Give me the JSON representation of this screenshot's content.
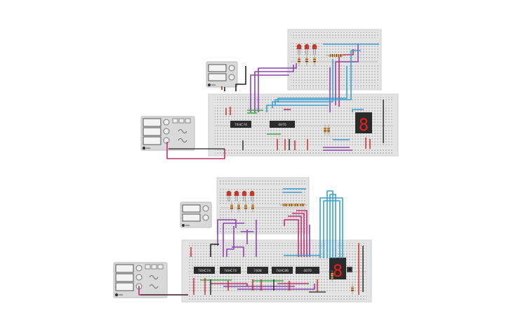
{
  "circuits": [
    {
      "function_generator": {
        "icons": [
          "sine-wave-icon",
          "sine-wave-icon"
        ]
      },
      "chips": [
        "74HC74",
        "4070"
      ],
      "leds": [
        {
          "color": "#c0392b"
        },
        {
          "color": "#c0392b"
        },
        {
          "color": "#c0392b"
        }
      ],
      "seven_segment": {
        "digit": "8",
        "color": "#e02020"
      }
    },
    {
      "function_generator": {
        "icons": [
          "sine-wave-icon",
          "sine-wave-icon",
          "sine-wave-icon"
        ]
      },
      "chips": [
        "74HC74",
        "74HC74",
        "7408",
        "74HC86",
        "4070"
      ],
      "leds": [
        {
          "color": "#c0392b"
        },
        {
          "color": "#c0392b"
        },
        {
          "color": "#c0392b"
        },
        {
          "color": "#c0392b"
        }
      ],
      "seven_segment": {
        "digit": "8",
        "color": "#e02020"
      }
    }
  ],
  "colors": {
    "breadboard": "#e6e6e6",
    "wire_purple": "#8e44ad",
    "wire_magenta": "#c0306f",
    "wire_blue": "#3aa0d0",
    "wire_black": "#222222",
    "wire_red": "#cc2222",
    "wire_green": "#3fae49",
    "chip": "#2b2b2b"
  }
}
